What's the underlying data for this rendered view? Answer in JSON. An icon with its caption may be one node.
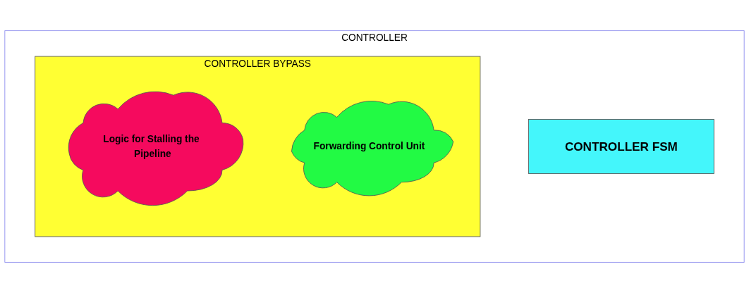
{
  "diagram": {
    "nodes": [
      {
        "text": [
          "CONTROLLER"
        ]
      },
      {
        "text": [
          "CONTROLLER FSM"
        ],
        "in": 0
      },
      {
        "text": [
          "CONTROLLER BYPASS"
        ],
        "in": 0
      },
      {
        "text": [
          "Logic for Stalling the Pipeline"
        ],
        "in": 2
      },
      {
        "text": [
          "Forwarding Control Unit"
        ],
        "in": 2
      }
    ]
  }
}
